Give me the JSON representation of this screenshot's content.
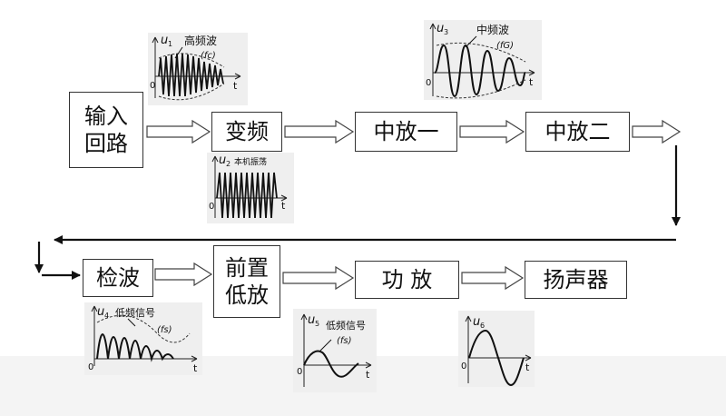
{
  "blocks": {
    "input_loop": "输入回路",
    "mixer": "变频",
    "if_amp1": "中放一",
    "if_amp2": "中放二",
    "detector": "检波",
    "preamp": "前置低放",
    "power_amp": "功 放",
    "speaker": "扬声器"
  },
  "waveforms": {
    "u1": {
      "var": "u",
      "sub": "1",
      "label": "高频波",
      "freq": "(fc)",
      "origin": "0",
      "axis_t": "t"
    },
    "u2": {
      "var": "u",
      "sub": "2",
      "label": "本机振荡",
      "origin": "0",
      "axis_t": "t"
    },
    "u3": {
      "var": "u",
      "sub": "3",
      "label": "中频波",
      "freq": "(fG)",
      "origin": "0",
      "axis_t": "t"
    },
    "u4": {
      "var": "u",
      "sub": "4",
      "label": "低频信号",
      "freq": "(fs)",
      "origin": "0",
      "axis_t": "t"
    },
    "u5": {
      "var": "u",
      "sub": "5",
      "label": "低频信号",
      "freq": "(fs)",
      "origin": "0",
      "axis_t": "t"
    },
    "u6": {
      "var": "u",
      "sub": "6",
      "origin": "0",
      "axis_t": "t"
    }
  }
}
